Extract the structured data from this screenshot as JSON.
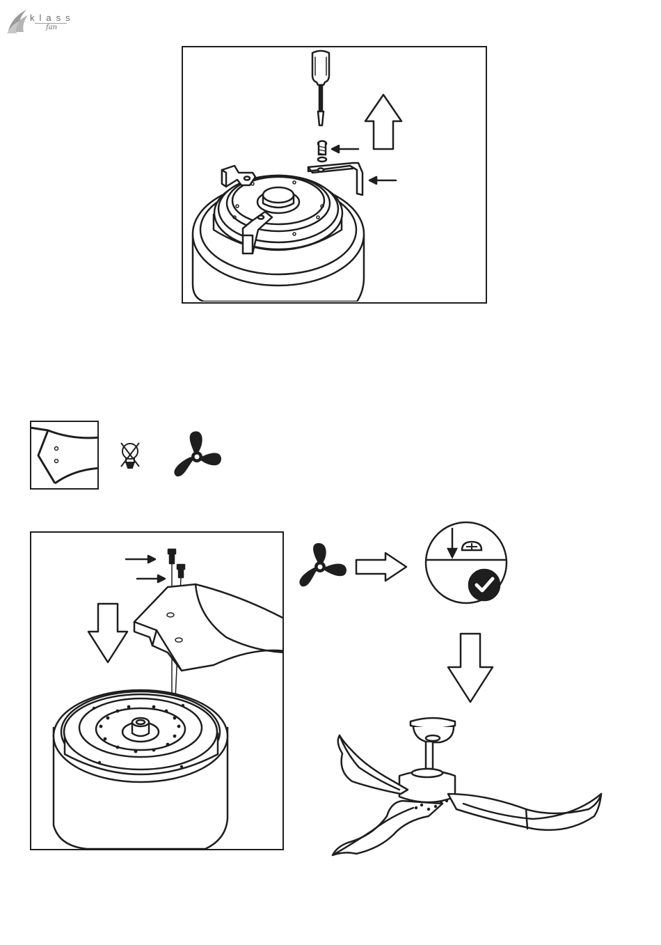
{
  "brand": {
    "name": "klass",
    "tagline": "fan",
    "color": "#8a8a8a"
  },
  "colors": {
    "line": "#1e1e1e",
    "fill": "#ffffff"
  },
  "icons": {
    "logo": "brand-swoosh-logo",
    "screwdriver": "screwdriver-icon",
    "blade_shape": "blade-shape-icon",
    "no_light": "no-light-bulb-icon",
    "fan": "fan-propeller-icon",
    "check": "checkmark-icon"
  }
}
